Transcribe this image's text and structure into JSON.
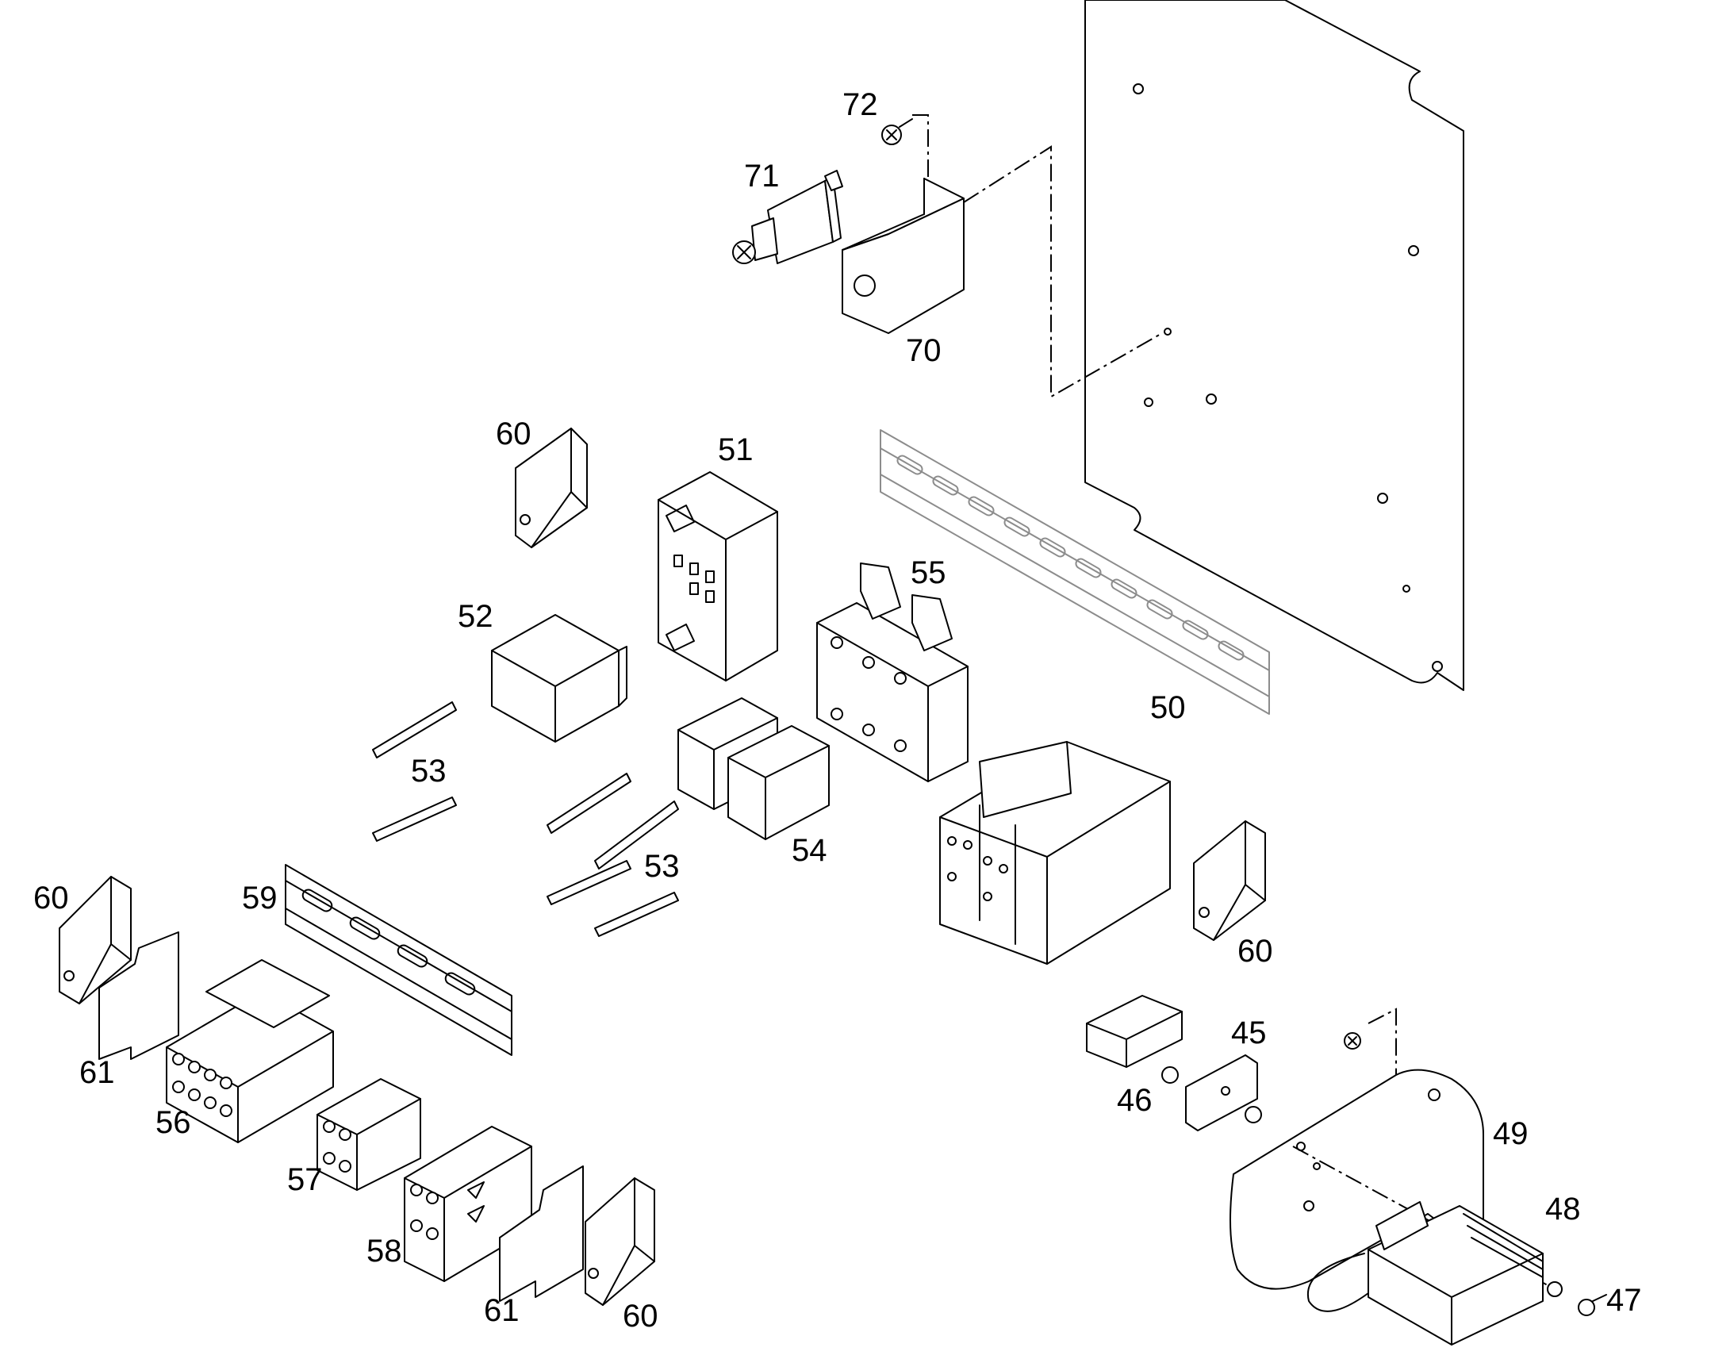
{
  "labels": {
    "p45": "45",
    "p46": "46",
    "p47": "47",
    "p48": "48",
    "p49": "49",
    "p50": "50",
    "p51": "51",
    "p52": "52",
    "p53a": "53",
    "p53b": "53",
    "p54": "54",
    "p55": "55",
    "p56": "56",
    "p57": "57",
    "p58": "58",
    "p59": "59",
    "p60a": "60",
    "p60b": "60",
    "p60c": "60",
    "p60d": "60",
    "p61a": "61",
    "p61b": "61",
    "p70": "70",
    "p71": "71",
    "p72": "72"
  }
}
